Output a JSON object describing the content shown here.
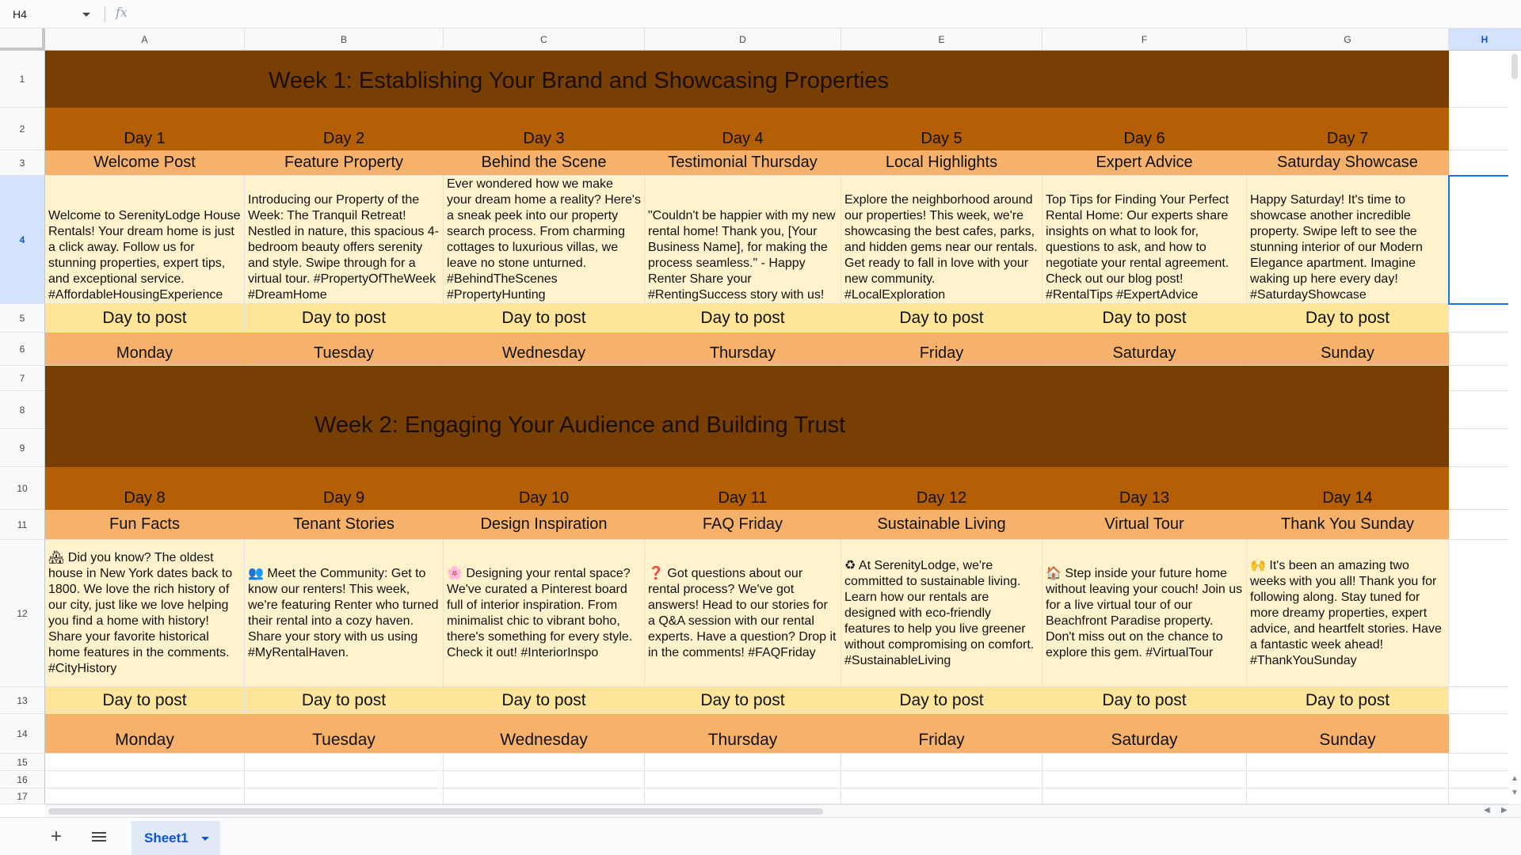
{
  "formula_bar": {
    "cell_ref": "H4",
    "fx": "fx",
    "formula": ""
  },
  "columns": [
    "A",
    "B",
    "C",
    "D",
    "E",
    "F",
    "G",
    "H"
  ],
  "rows": [
    "1",
    "2",
    "3",
    "4",
    "5",
    "6",
    "7",
    "8",
    "9",
    "10",
    "11",
    "12",
    "13",
    "14",
    "15",
    "16",
    "17"
  ],
  "week1": {
    "title": "Week 1: Establishing Your Brand and Showcasing Properties",
    "days": [
      "Day 1",
      "Day 2",
      "Day 3",
      "Day 4",
      "Day 5",
      "Day 6",
      "Day 7"
    ],
    "themes": [
      "Welcome Post",
      "Feature Property",
      "Behind the Scene",
      "Testimonial Thursday",
      "Local Highlights",
      "Expert Advice",
      "Saturday Showcase"
    ],
    "posts": [
      "Welcome to SerenityLodge House Rentals! Your dream home is just a click away. Follow us for stunning properties, expert tips, and exceptional service. #AffordableHousingExperience",
      "Introducing our Property of the Week: The Tranquil Retreat! Nestled in nature, this spacious 4-bedroom beauty offers serenity and style. Swipe through for a virtual tour. #PropertyOfTheWeek #DreamHome",
      "Ever wondered how we make your dream home a reality? Here's a sneak peek into our property search process. From charming cottages to luxurious villas, we leave no stone unturned. #BehindTheScenes #PropertyHunting",
      "\"Couldn't be happier with my new rental home! Thank you, [Your Business Name], for making the process seamless.\" - Happy Renter Share your #RentingSuccess story with us!",
      "Explore the neighborhood around our properties! This week, we're showcasing the best cafes, parks, and hidden gems near our rentals. Get ready to fall in love with your new community. #LocalExploration",
      "Top Tips for Finding Your Perfect Rental Home: Our experts share insights on what to look for, questions to ask, and how to negotiate your rental agreement. Check out our blog post! #RentalTips #ExpertAdvice",
      "Happy Saturday! It's time to showcase another incredible property. Swipe left to see the stunning interior of our Modern Elegance apartment. Imagine waking up here every day! #SaturdayShowcase"
    ],
    "day_to_post": "Day to post",
    "weekdays": [
      "Monday",
      "Tuesday",
      "Wednesday",
      "Thursday",
      "Friday",
      "Saturday",
      "Sunday"
    ]
  },
  "week2": {
    "title": "Week 2: Engaging Your Audience and Building Trust",
    "days": [
      "Day 8",
      "Day 9",
      "Day 10",
      "Day 11",
      "Day 12",
      "Day 13",
      "Day 14"
    ],
    "themes": [
      "Fun Facts",
      "Tenant Stories",
      "Design Inspiration",
      "FAQ Friday",
      "Sustainable Living",
      "Virtual Tour",
      "Thank You Sunday"
    ],
    "posts": [
      "🏘 Did you know? The oldest house in New York dates back to 1800. We love the rich history of our city, just like we love helping you find a home with history! Share your favorite historical home features in the comments. #CityHistory",
      "👥 Meet the Community: Get to know our renters! This week, we're featuring Renter who turned their rental into a cozy haven. Share your story with us using #MyRentalHaven.",
      "🌸 Designing your rental space? We've curated a Pinterest board full of interior inspiration. From minimalist chic to vibrant boho, there's something for every style. Check it out! #InteriorInspo",
      "❓ Got questions about our rental process? We've got answers! Head to our stories for a Q&A session with our rental experts. Have a question? Drop it in the comments! #FAQFriday",
      "♻ At  SerenityLodge, we're committed to sustainable living. Learn how our rentals are designed with eco-friendly features to help you live greener without compromising on comfort. #SustainableLiving",
      "🏠 Step inside your future home without leaving your couch! Join us for a live virtual tour of our Beachfront Paradise property. Don't miss out on the chance to explore this gem. #VirtualTour",
      "🙌 It's been an amazing two weeks with you all! Thank you for following along. Stay tuned for more dreamy properties, expert advice, and heartfelt stories. Have a fantastic week ahead! #ThankYouSunday"
    ],
    "day_to_post": "Day to post",
    "weekdays": [
      "Monday",
      "Tuesday",
      "Wednesday",
      "Thursday",
      "Friday",
      "Saturday",
      "Sunday"
    ]
  },
  "tabs": {
    "add": "+",
    "sheet_name": "Sheet1"
  },
  "colors": {
    "dark_brown": "#783f04",
    "brown": "#b45f06",
    "orange": "#f6b26b",
    "cream": "#fff2cc",
    "yellow": "#ffe599",
    "selection": "#1a73e8"
  },
  "icons": {
    "add_sheet": "plus-icon",
    "all_sheets": "menu-icon",
    "formula": "fx-icon"
  }
}
